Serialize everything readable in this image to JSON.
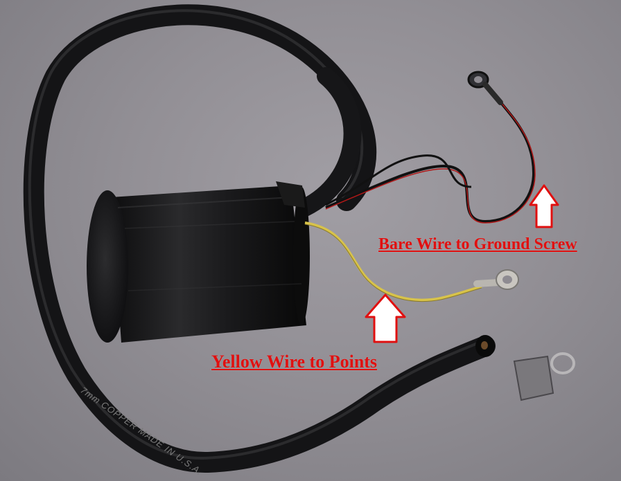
{
  "annotations": {
    "ground_label": "Bare Wire to Ground Screw",
    "points_label": "Yellow Wire to Points"
  },
  "cable_print": "7mm COPPER MADE IN U.S.A.",
  "colors": {
    "annotation": "#e01010",
    "yellow_wire": "#d8c34a",
    "cable": "#1c1c1e",
    "red_stripe": "#b01818"
  }
}
